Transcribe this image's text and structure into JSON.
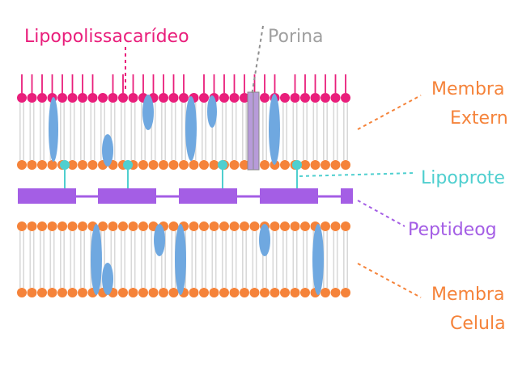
{
  "colors": {
    "lps": "#e91e7b",
    "porin": "#a0a0a0",
    "porin_fill": "#b79bd9",
    "outer_head": "#e91e7b",
    "lower_head": "#f5833a",
    "tail": "#d9d9d9",
    "protein": "#6fa8e0",
    "lipoprotein": "#4fcfcf",
    "peptidoglycan": "#a45ee5",
    "membrane_label": "#f5833a"
  },
  "labels": {
    "lps": "Lipopolissacarídeo",
    "porin": "Porina",
    "outer_membrane_line1": "Membra",
    "outer_membrane_line2": "Extern",
    "lipoprotein": "Lipoprote",
    "peptidoglycan": "Peptideog",
    "cell_membrane_line1": "Membra",
    "cell_membrane_line2": "Celula"
  }
}
